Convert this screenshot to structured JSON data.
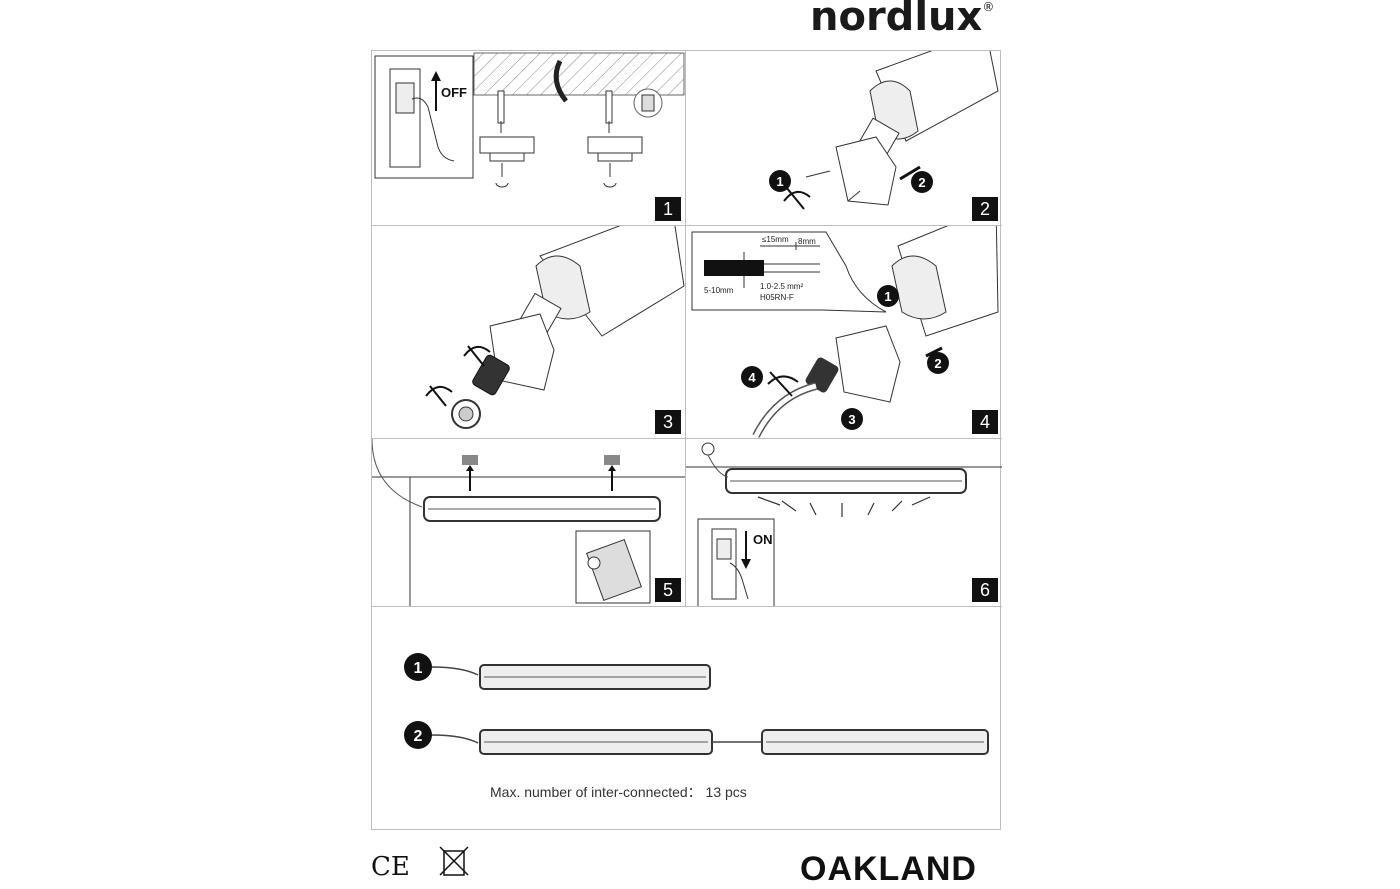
{
  "brand": {
    "name": "nordlux",
    "mark": "®"
  },
  "steps": [
    {
      "number": "1",
      "switch_label": "OFF"
    },
    {
      "number": "2",
      "callouts": [
        "1",
        "2"
      ]
    },
    {
      "number": "3"
    },
    {
      "number": "4",
      "callouts": [
        "1",
        "2",
        "3",
        "4"
      ],
      "cable_spec": {
        "strip_outer": "≤15mm",
        "strip_inner": "8mm",
        "diameter": "5-10mm",
        "cross_section": "1.0-2.5 mm²",
        "cable_type": "H05RN-F"
      }
    },
    {
      "number": "5"
    },
    {
      "number": "6",
      "switch_label": "ON"
    }
  ],
  "interconnect": {
    "options": [
      {
        "marker": "1"
      },
      {
        "marker": "2"
      }
    ],
    "note": "Max. number of inter-connected：  13 pcs"
  },
  "footer": {
    "product_name": "OAKLAND",
    "ce_mark": "CE",
    "weee_icon": "crossed-bin-icon"
  }
}
